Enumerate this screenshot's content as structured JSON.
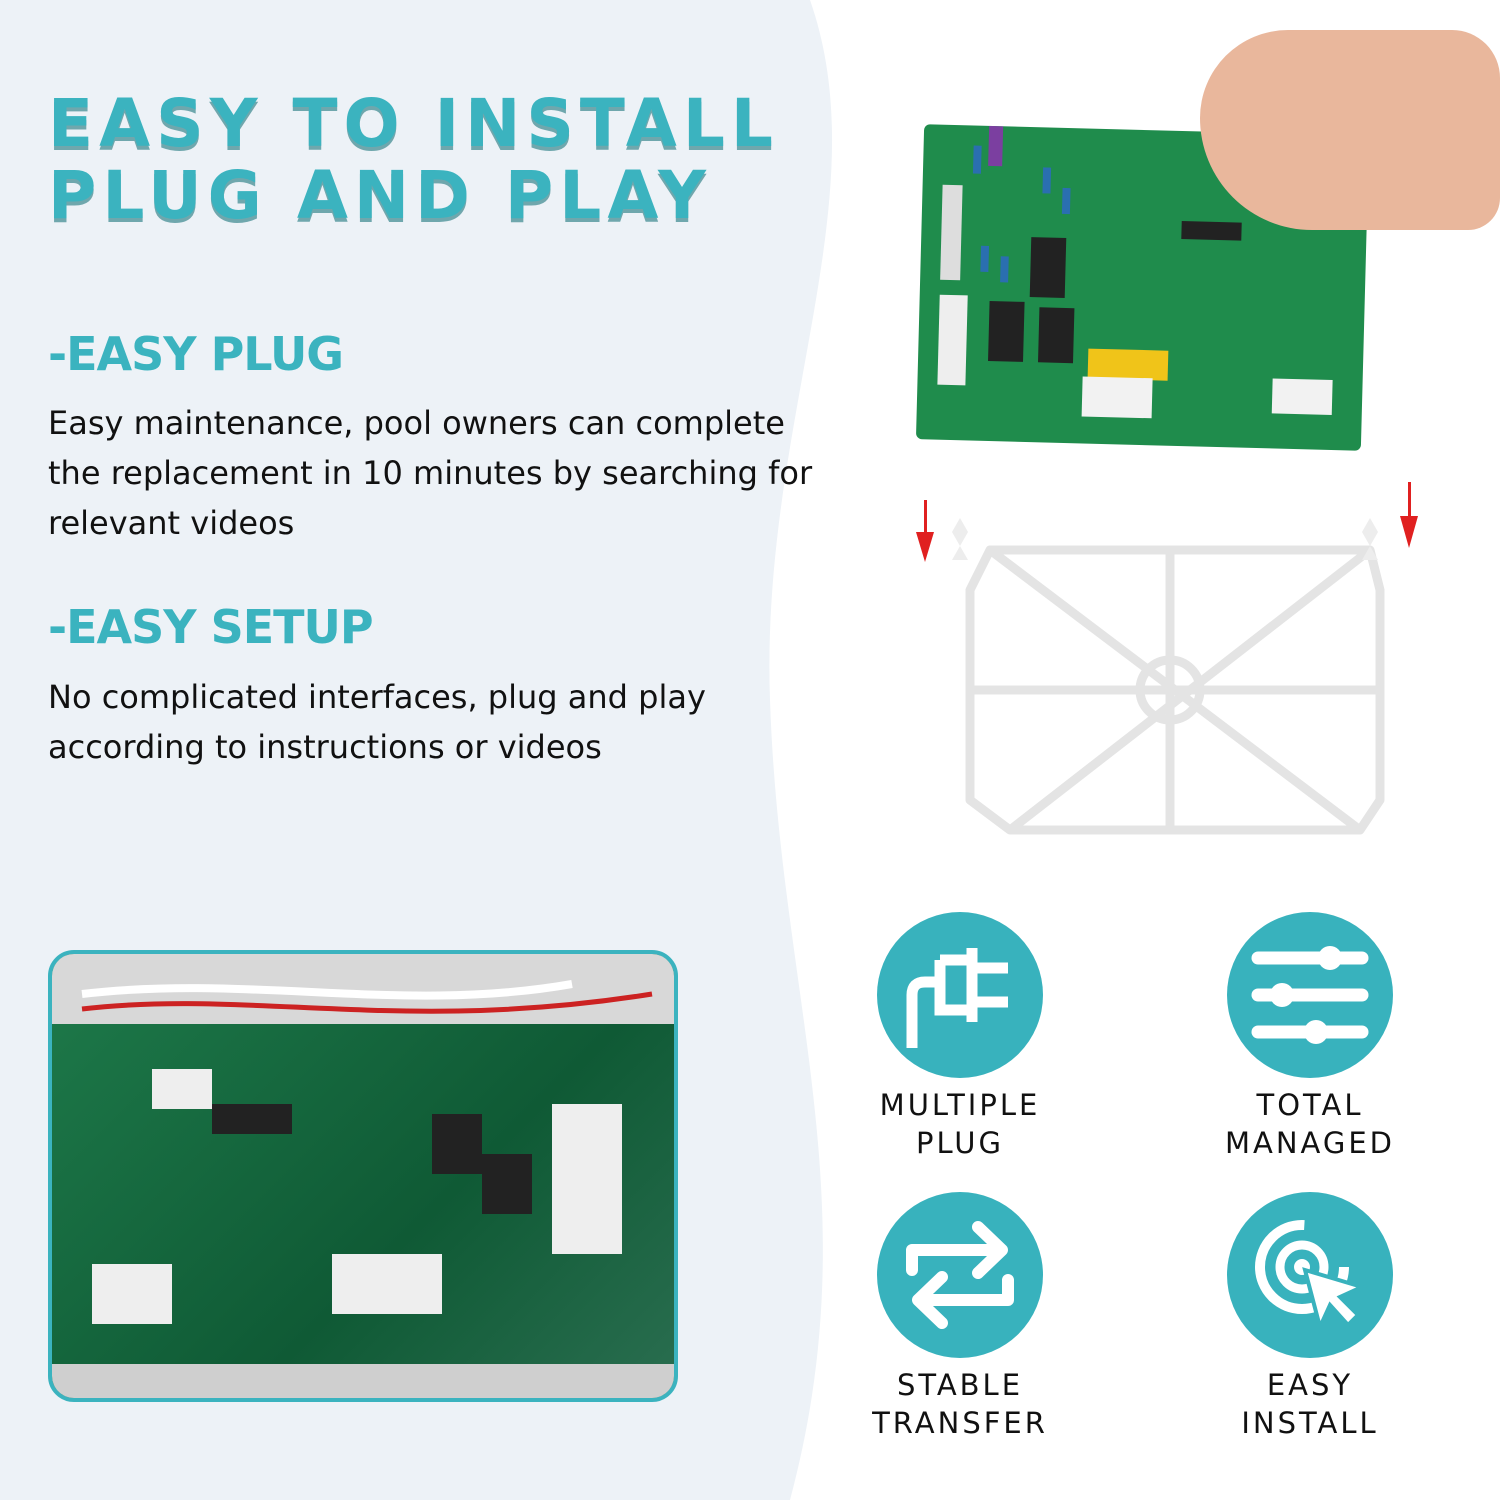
{
  "title": {
    "line1": "EASY TO INSTALL",
    "line2": "PLUG AND PLAY"
  },
  "sections": [
    {
      "heading": "-EASY PLUG",
      "text": "Easy maintenance, pool owners can complete the replacement in 10 minutes by searching for relevant videos"
    },
    {
      "heading": "-EASY SETUP",
      "text": "No complicated interfaces, plug and play according to instructions or videos"
    }
  ],
  "features": [
    {
      "icon": "plug-icon",
      "line1": "MULTIPLE",
      "line2": "PLUG"
    },
    {
      "icon": "sliders-icon",
      "line1": "TOTAL",
      "line2": "MANAGED"
    },
    {
      "icon": "transfer-arrows-icon",
      "line1": "STABLE",
      "line2": "TRANSFER"
    },
    {
      "icon": "target-click-icon",
      "line1": "EASY",
      "line2": "INSTALL"
    }
  ],
  "colors": {
    "accent": "#3bb3bf",
    "left_bg": "#edf2f7",
    "arrow": "#e02020"
  }
}
